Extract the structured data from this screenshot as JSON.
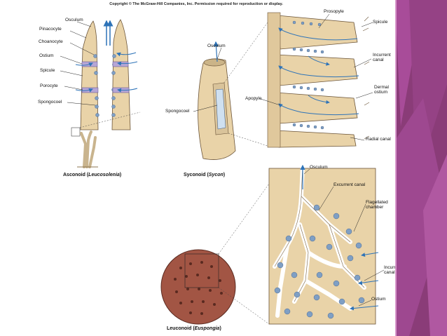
{
  "copyright": "Copyright © The McGraw-Hill Companies, Inc. Permission required for reproduction or display.",
  "colors": {
    "sponge_body": "#e9d3a8",
    "choanocyte_blue": "#7f9fc4",
    "water_arrow": "#2e73b8",
    "leuconoid_ball": "#a25544",
    "side_panel": "#8a3c78",
    "side_accent": "#c25ab4"
  },
  "asconoid": {
    "labels": {
      "osculum": "Osculum",
      "pinacocyte": "Pinacocyte",
      "choanocyte": "Choanocyte",
      "ostium": "Ostium",
      "spicule": "Spicule",
      "porocyte": "Porocyte",
      "spongocoel": "Spongocoel"
    },
    "caption_name": "Asconoid (",
    "caption_genus": "Leucosolenia",
    "caption_end": ")"
  },
  "syconoid": {
    "labels": {
      "osculum": "Osculum",
      "spongocoel": "Spongocoel"
    },
    "caption_name": "Syconoid (",
    "caption_genus": "Sycon",
    "caption_end": ")"
  },
  "syconoid_detail": {
    "labels": {
      "prosopyle": "Prosopyle",
      "spicule": "Spicule",
      "incurrent_canal_1": "Incurrent",
      "incurrent_canal_2": "canal",
      "dermal_ostium_1": "Dermal",
      "dermal_ostium_2": "ostium",
      "apopyle": "Apopyle",
      "radial_canal": "Radial canal"
    }
  },
  "leuconoid_detail": {
    "labels": {
      "osculum": "Osculum",
      "excurrent_canal": "Excurrent canal",
      "flagellated_chamber_1": "Flagellated",
      "flagellated_chamber_2": "chamber",
      "incurrent_canal_1": "Incurrent",
      "incurrent_canal_2": "canal",
      "ostium": "Ostium"
    }
  },
  "leuconoid": {
    "caption_name": "Leuconoid (",
    "caption_genus": "Euspongia",
    "caption_end": ")"
  }
}
